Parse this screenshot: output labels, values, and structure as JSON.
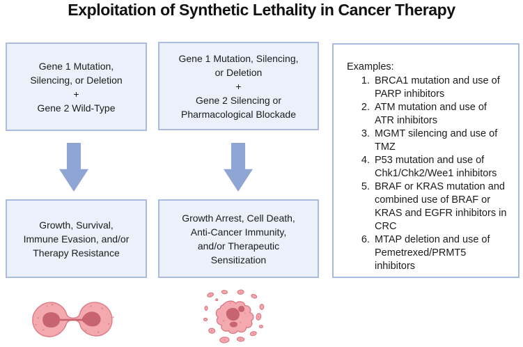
{
  "title": "Exploitation of Synthetic Lethality in Cancer Therapy",
  "pathway_left": {
    "cause_box": "Gene 1 Mutation,\nSilencing, or Deletion\n+\nGene 2 Wild-Type",
    "effect_box": "Growth, Survival,\nImmune Evasion, and/or\nTherapy Resistance",
    "illustration": "dividing-cancer-cell"
  },
  "pathway_middle": {
    "cause_box": "Gene 1 Mutation, Silencing,\nor Deletion\n+\nGene 2 Silencing or\nPharmacological Blockade",
    "effect_box": "Growth Arrest, Cell Death,\nAnti-Cancer Immunity,\nand/or Therapeutic\nSensitization",
    "illustration": "apoptotic-cell"
  },
  "examples": {
    "heading": "Examples:",
    "items": [
      "BRCA1 mutation and use of\nPARP inhibitors",
      "ATM mutation and use of\nATR inhibitors",
      "MGMT silencing and use of\nTMZ",
      "P53 mutation and use of\nChk1/Chk2/Wee1 inhibitors",
      "BRAF or KRAS mutation and\ncombined use of BRAF or\nKRAS and EGFR inhibitors in\nCRC",
      "MTAP deletion and use of\nPemetrexed/PRMT5\ninhibitors"
    ]
  },
  "colors": {
    "text": "#1b1b1b",
    "box_fill": "#eaf1fb",
    "box_border": "#a9bcdf",
    "examples_fill": "#ffffff",
    "arrow": "#8fa5d3",
    "cell_body": "#f4a8af",
    "cell_outline": "#da7681",
    "cell_nucleus": "#c66471"
  }
}
